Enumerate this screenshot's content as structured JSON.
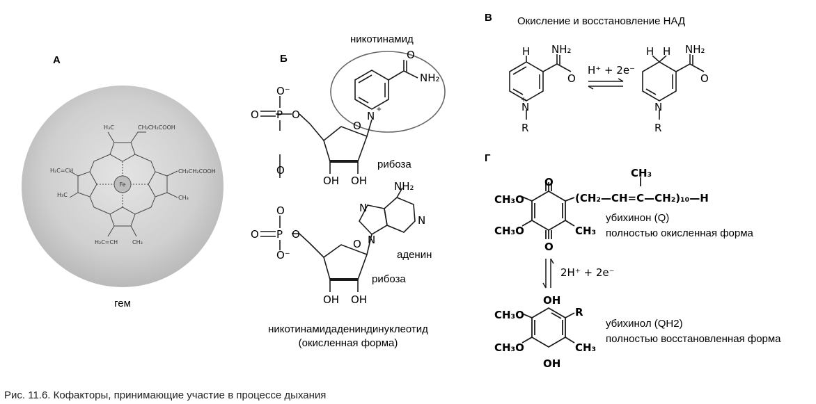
{
  "panels": {
    "a": {
      "letter": "А",
      "name": "гем",
      "atoms": {
        "fe": "Fe",
        "h3c_top": "H₃C",
        "ch2ch2cooh_top": "CH₂CH₂COOH",
        "h2c_ch_left": "H₂C=CH",
        "h3c_left": "H₃C",
        "ch2ch2cooh_right": "CH₂CH₂COOH",
        "ch3_right": "CH₃",
        "h2c_ch_bottom": "H₂C=CH",
        "ch3_bottom": "CH₃"
      }
    },
    "b": {
      "letter": "Б",
      "nicotinamide": "никотинамид",
      "ribose_1": "рибоза",
      "adenine": "аденин",
      "ribose_2": "рибоза",
      "name_line1": "никотинамидадениндинуклеотид",
      "name_line2": "(окисленная форма)",
      "atoms": {
        "nh2_top": "NH₂",
        "o_double": "O",
        "n_plus": "N",
        "plus": "+",
        "p1": "P",
        "p2": "P",
        "o_minus": "O⁻",
        "o_bridge": "O",
        "o_ring": "O",
        "oh": "OH",
        "nh2_adenine": "NH₂",
        "n": "N"
      }
    },
    "v": {
      "letter": "В",
      "title": "Окисление и восстановление НАД",
      "arrow_top": "H⁺ + 2e⁻",
      "atoms": {
        "h": "H",
        "nh2": "NH₂",
        "o": "O",
        "n": "N",
        "plus": "+",
        "r": "R"
      }
    },
    "g": {
      "letter": "Г",
      "ch3_top": "CH₃",
      "chain": "(CH₂—CH=C—CH₂)₁₀—H",
      "ubiquinone_line1": "убихинон (Q)",
      "ubiquinone_line2": "полностью окисленная форма",
      "arrow_label": "2H⁺ + 2e⁻",
      "ubiquinol_line1": "убихинол (QH2)",
      "ubiquinol_line2": "полностью восстановленная форма",
      "atoms": {
        "ch3o": "CH₃O",
        "ch3": "CH₃",
        "o": "O",
        "oh": "OH",
        "r": "R"
      }
    }
  },
  "caption": "Рис. 11.6. Кофакторы, принимающие участие в процессе дыхания"
}
